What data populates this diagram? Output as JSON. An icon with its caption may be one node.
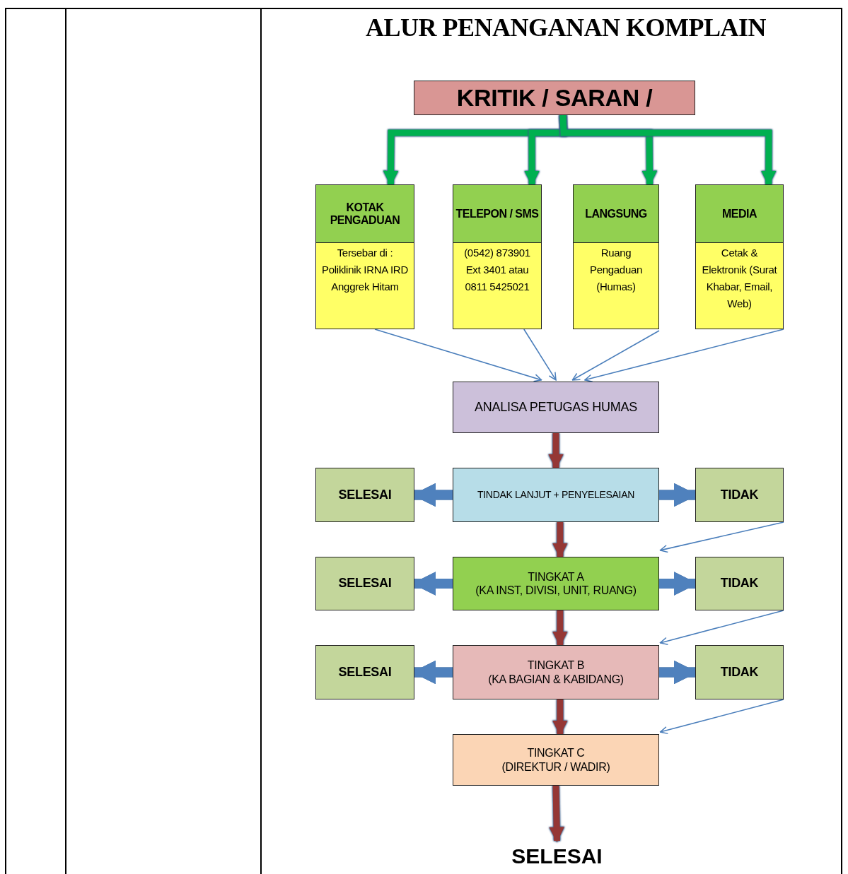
{
  "diagram": {
    "title": "ALUR PENANGANAN KOMPLAIN",
    "nodes": [
      {
        "text": [
          "KRITIK / SARAN /"
        ]
      },
      {
        "text": [
          "KOTAK PENGADUAN",
          "Tersebar di : Poliklinik IRNA IRD Anggrek Hitam"
        ]
      },
      {
        "text": [
          "TELEPON / SMS",
          "(0542) 873901 Ext 3401 atau 0811 5425021"
        ]
      },
      {
        "text": [
          "LANGSUNG",
          "Ruang Pengaduan (Humas)"
        ]
      },
      {
        "text": [
          "MEDIA",
          "Cetak & Elektronik (Surat Khabar, Email, Web)"
        ]
      },
      {
        "text": [
          "ANALISA PETUGAS HUMAS"
        ]
      },
      {
        "text": [
          "SELESAI"
        ]
      },
      {
        "text": [
          "TINDAK LANJUT + PENYELESAIAN"
        ]
      },
      {
        "text": [
          "TIDAK"
        ]
      },
      {
        "text": [
          "SELESAI"
        ]
      },
      {
        "text": [
          "TINGKAT A",
          "(KA INST, DIVISI, UNIT, RUANG)"
        ]
      },
      {
        "text": [
          "TIDAK"
        ]
      },
      {
        "text": [
          "SELESAI"
        ]
      },
      {
        "text": [
          "TINGKAT B",
          "(KA BAGIAN & KABIDANG)"
        ]
      },
      {
        "text": [
          "TIDAK"
        ]
      },
      {
        "text": [
          "TINGKAT C",
          "(DIREKTUR / WADIR)"
        ]
      },
      {
        "text": [
          "SELESAI"
        ]
      }
    ],
    "edges": [
      {
        "from": 0,
        "to": 1,
        "arrow": "to",
        "color": "#00b050"
      },
      {
        "from": 0,
        "to": 2,
        "arrow": "to",
        "color": "#00b050"
      },
      {
        "from": 0,
        "to": 3,
        "arrow": "to",
        "color": "#00b050"
      },
      {
        "from": 0,
        "to": 4,
        "arrow": "to",
        "color": "#00b050"
      },
      {
        "from": 1,
        "to": 5,
        "arrow": "to"
      },
      {
        "from": 2,
        "to": 5,
        "arrow": "to"
      },
      {
        "from": 3,
        "to": 5,
        "arrow": "to"
      },
      {
        "from": 4,
        "to": 5,
        "arrow": "to"
      },
      {
        "from": 5,
        "to": 7,
        "arrow": "to",
        "color": "#953735"
      },
      {
        "from": 7,
        "to": 6,
        "arrow": "to",
        "color": "#4f81bd"
      },
      {
        "from": 7,
        "to": 8,
        "arrow": "to",
        "color": "#4f81bd"
      },
      {
        "from": 7,
        "to": 10,
        "arrow": "to",
        "color": "#953735"
      },
      {
        "from": 8,
        "to": 10,
        "arrow": "to"
      },
      {
        "from": 10,
        "to": 9,
        "arrow": "to",
        "color": "#4f81bd"
      },
      {
        "from": 10,
        "to": 11,
        "arrow": "to",
        "color": "#4f81bd"
      },
      {
        "from": 10,
        "to": 13,
        "arrow": "to",
        "color": "#953735"
      },
      {
        "from": 11,
        "to": 13,
        "arrow": "to"
      },
      {
        "from": 13,
        "to": 12,
        "arrow": "to",
        "color": "#4f81bd"
      },
      {
        "from": 13,
        "to": 14,
        "arrow": "to",
        "color": "#4f81bd"
      },
      {
        "from": 13,
        "to": 15,
        "arrow": "to",
        "color": "#953735"
      },
      {
        "from": 14,
        "to": 15,
        "arrow": "to"
      },
      {
        "from": 15,
        "to": 16,
        "arrow": "to",
        "color": "#953735"
      }
    ]
  }
}
